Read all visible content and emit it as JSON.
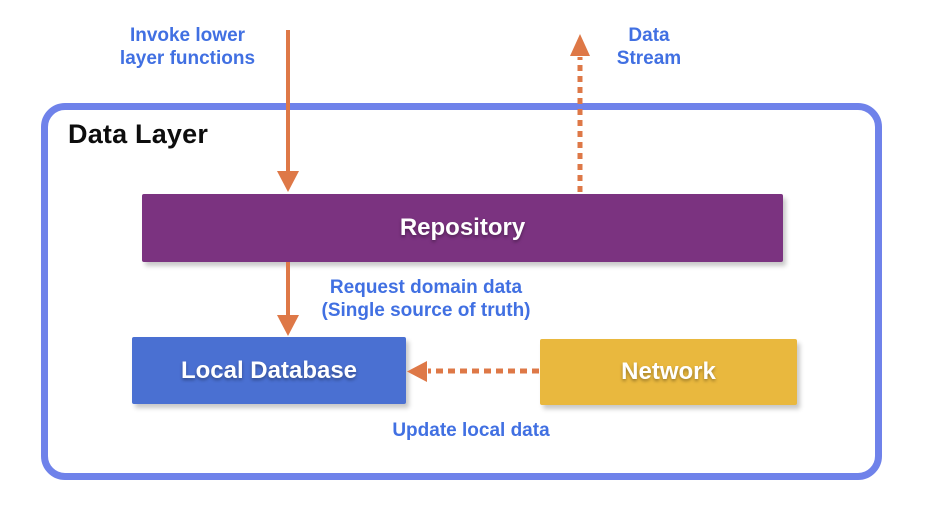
{
  "diagram": {
    "title": "Data Layer",
    "boxes": {
      "repository": {
        "label": "Repository",
        "color": "#7b3380"
      },
      "local_database": {
        "label": "Local Database",
        "color": "#4a70d2"
      },
      "network": {
        "label": "Network",
        "color": "#e9b83e"
      }
    },
    "annotations": {
      "invoke": {
        "line1": "Invoke lower",
        "line2": "layer functions"
      },
      "data_stream": {
        "line1": "Data",
        "line2": "Stream"
      },
      "request": {
        "line1": "Request domain data",
        "line2": "(Single source of truth)"
      },
      "update": {
        "label": "Update local data"
      }
    },
    "colors": {
      "frame_border": "#6f82ea",
      "arrow": "#de7847",
      "annotation_text": "#4170e2",
      "title_text": "#0d0d0d",
      "box_text": "#ffffff"
    },
    "arrows": [
      {
        "name": "invoke-arrow",
        "style": "solid",
        "direction": "down",
        "from": "top edge",
        "to": "repository"
      },
      {
        "name": "data-stream-arrow",
        "style": "dashed",
        "direction": "up",
        "from": "repository",
        "to": "top edge"
      },
      {
        "name": "request-arrow",
        "style": "solid",
        "direction": "down",
        "from": "repository",
        "to": "local_database"
      },
      {
        "name": "update-arrow",
        "style": "dashed",
        "direction": "left",
        "from": "network",
        "to": "local_database"
      }
    ]
  }
}
